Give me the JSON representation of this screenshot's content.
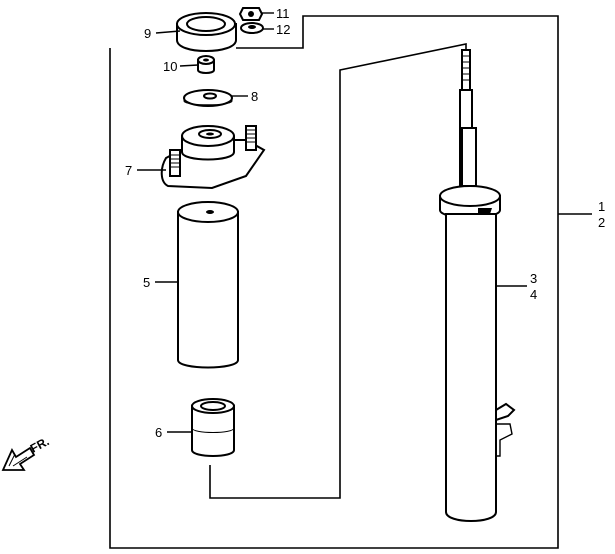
{
  "callouts": {
    "c1": "1",
    "c2": "2",
    "c3": "3",
    "c4": "4",
    "c5": "5",
    "c6": "6",
    "c7": "7",
    "c8": "8",
    "c9": "9",
    "c10": "10",
    "c11": "11",
    "c12": "12"
  },
  "direction": {
    "label": "FR."
  },
  "colors": {
    "ink": "#000000",
    "paper": "#ffffff"
  },
  "icons": {
    "direction": "arrow-down-left-icon"
  }
}
